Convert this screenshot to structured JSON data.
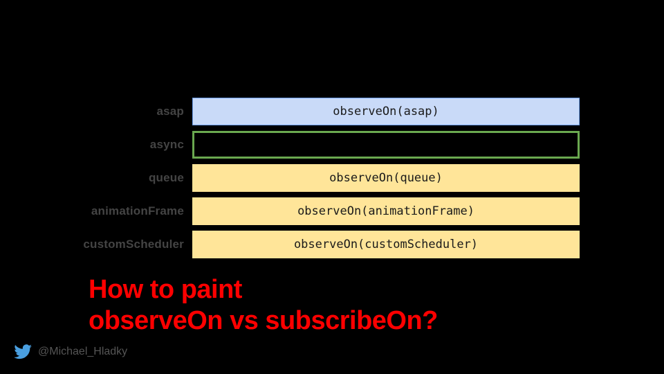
{
  "slide": {
    "background_color": "#000000"
  },
  "diagram": {
    "type": "scheduler-operator-rows",
    "rows": [
      {
        "label": "asap",
        "bar_text": "observeOn(asap)",
        "style": "blue",
        "fill_color": "#c9daf8",
        "border_color": "#6d9eeb"
      },
      {
        "label": "async",
        "bar_text": "",
        "style": "outline-green",
        "fill_color": "transparent",
        "border_color": "#6aa84f"
      },
      {
        "label": "queue",
        "bar_text": "observeOn(queue)",
        "style": "yellow",
        "fill_color": "#ffe599",
        "border_color": "#ffe599"
      },
      {
        "label": "animationFrame",
        "bar_text": "observeOn(animationFrame)",
        "style": "yellow",
        "fill_color": "#ffe599",
        "border_color": "#ffe599"
      },
      {
        "label": "customScheduler",
        "bar_text": "observeOn(customScheduler)",
        "style": "yellow",
        "fill_color": "#ffe599",
        "border_color": "#ffe599"
      }
    ],
    "label_color": "#444444"
  },
  "headline": {
    "line1": "How to paint",
    "line2": "observeOn vs subscribeOn?",
    "color": "#ff0000"
  },
  "footer": {
    "icon": "twitter-bird-icon",
    "icon_color": "#4a9fe0",
    "handle": "@Michael_Hladky",
    "handle_color": "#555555"
  }
}
